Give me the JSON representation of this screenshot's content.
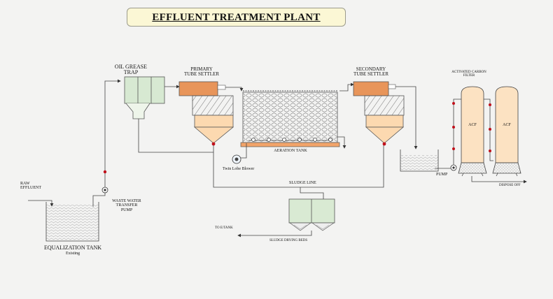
{
  "title": "EFFLUENT TREATMENT PLANT",
  "labels": {
    "raw_effluent_1": "RAW",
    "raw_effluent_2": "EFFLUENT",
    "equalization_tank": "EQUALIZATION TANK",
    "existing": "Existing",
    "waste_water_1": "WASTE WATER",
    "waste_water_2": "TRANSFER",
    "waste_water_3": "PUMP",
    "oil_grease_1": "OIL GREASE",
    "oil_grease_2": "TRAP",
    "primary_1": "PRIMARY",
    "primary_2": "TUBE SETTLER",
    "aeration_tank": "AERATION  TANK",
    "twin_lobe_blower": "Twin Lobe Blower",
    "secondary_1": "SECONDARY",
    "secondary_2": "TUBE SETTLER",
    "activated_carbon_1": "ACTIVATED CARBON",
    "activated_carbon_2": "FILTER",
    "acf_1": "ACF",
    "acf_2": "ACF",
    "pump": "PUMP",
    "dispose_off": "DISPOSE OFF",
    "sludge_line": "SLUDGE LINE",
    "sludge_drying_beds": "SLUDGE DRYING BEDS",
    "to_e_tank": "TO E/TANK"
  },
  "colors": {
    "settler_top": "#e8955a",
    "settler_body": "#fcd9b0",
    "trap": "#d7e9d2",
    "drying_bed": "#d9ead3",
    "acf": "#fce2c2",
    "aeration_base": "#f2a46a",
    "valve": "#c0101a",
    "title_bg": "#fbf7d5"
  }
}
